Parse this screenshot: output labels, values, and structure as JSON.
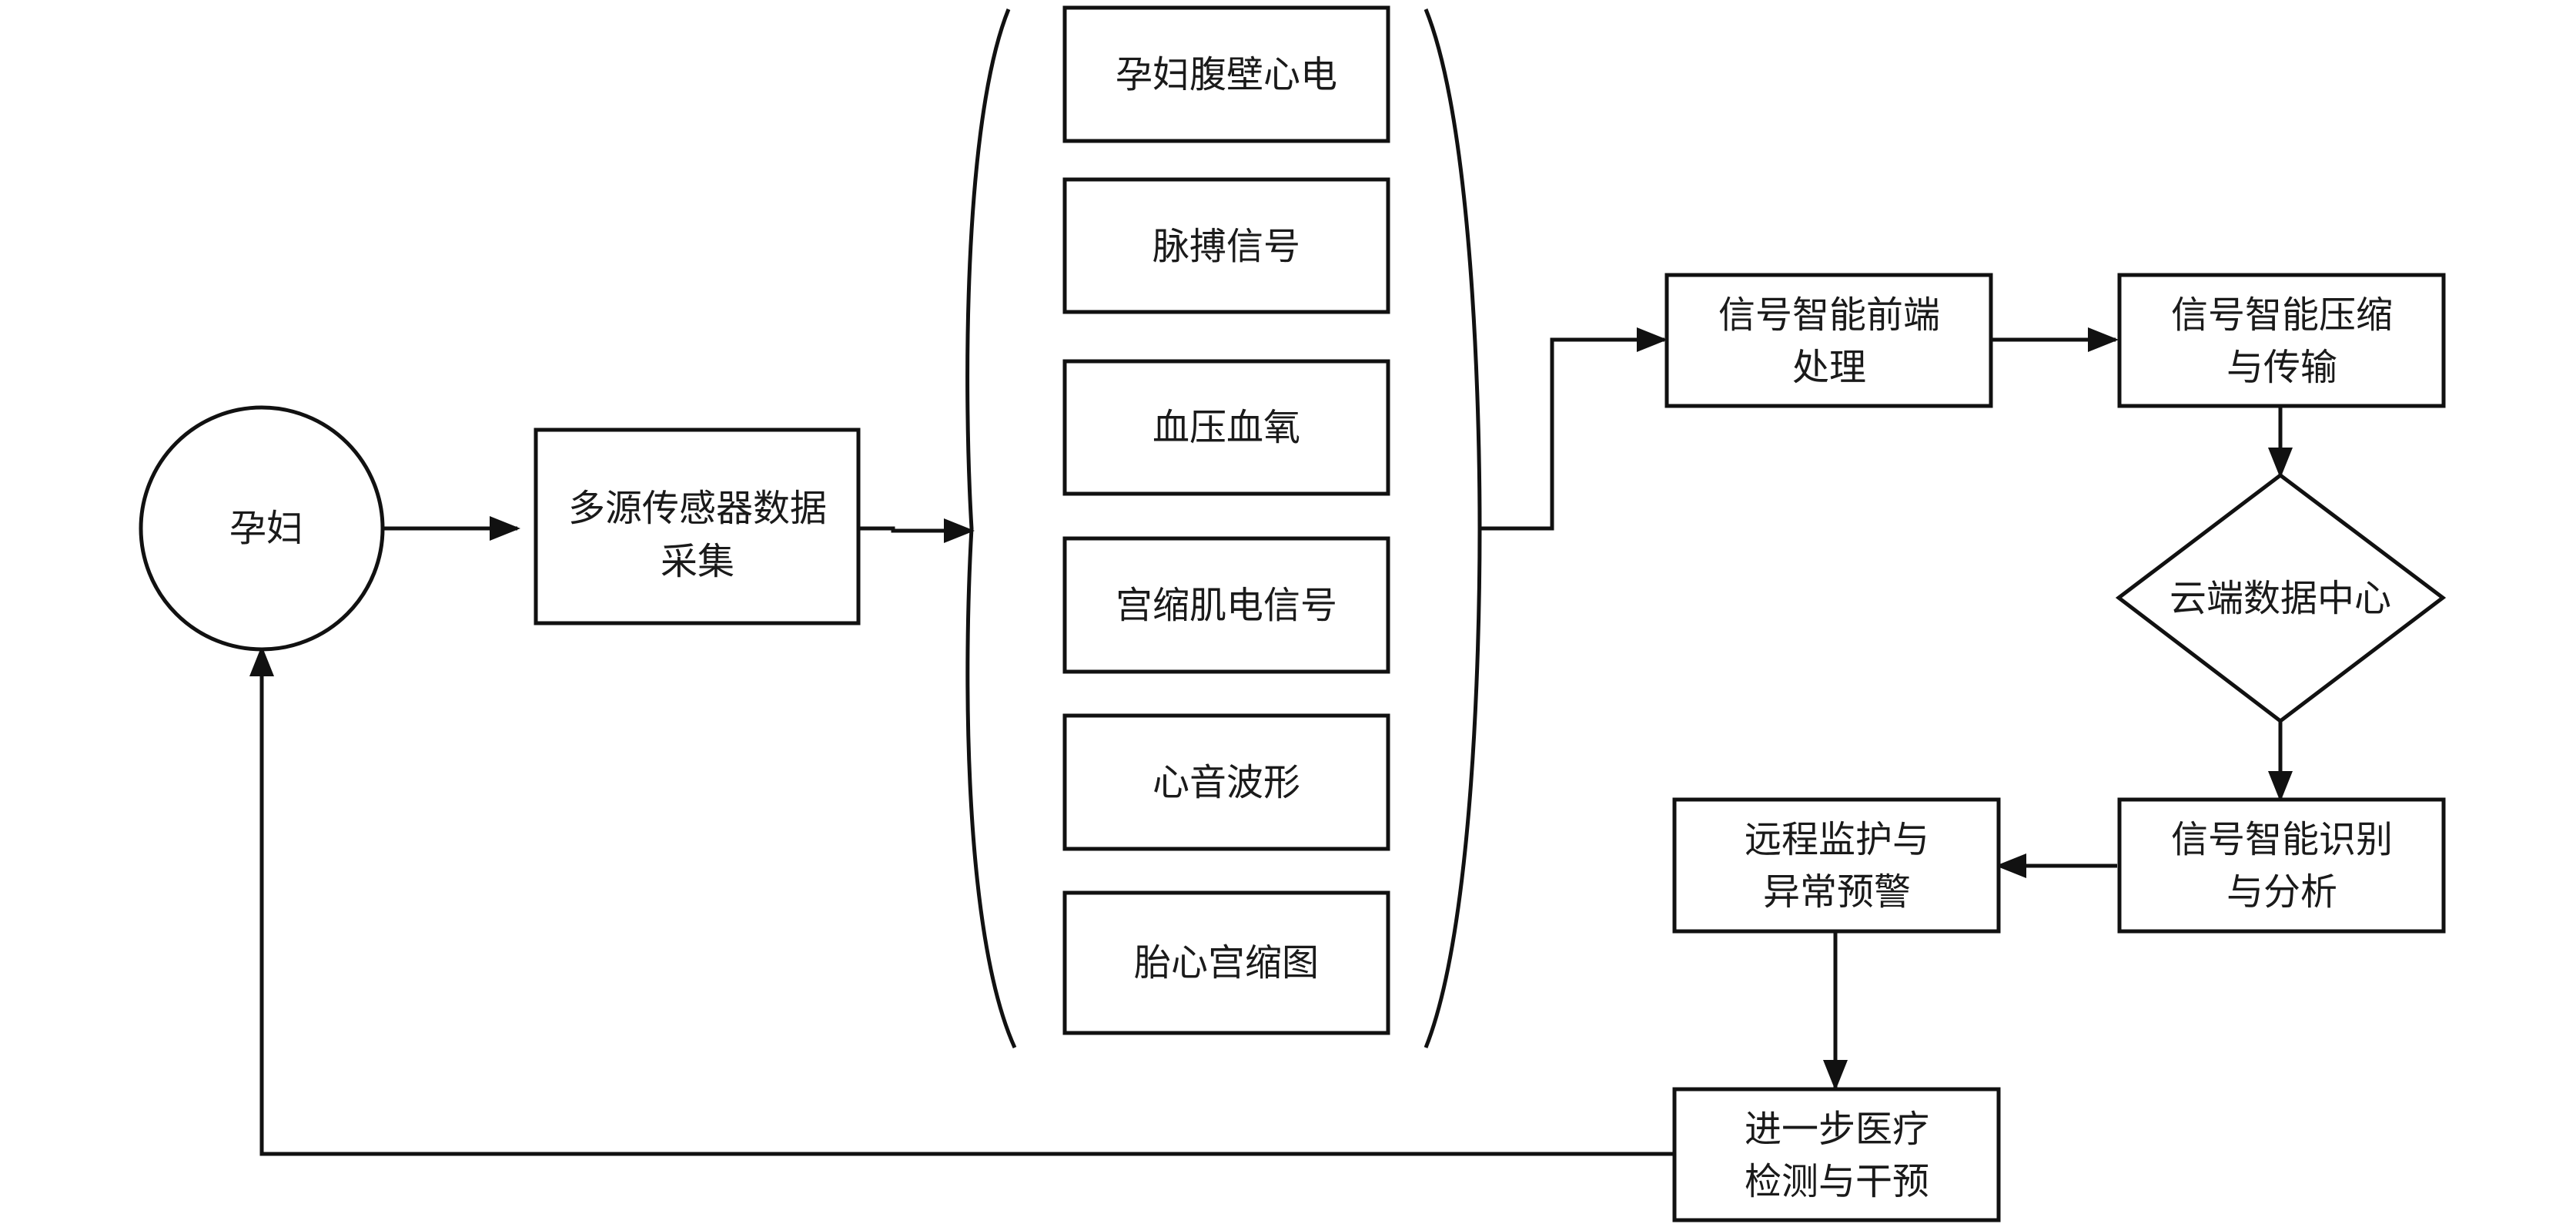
{
  "diagram": {
    "nodes": {
      "pregnant": "孕妇",
      "collect": [
        "多源传感器数据",
        "采集"
      ],
      "sig1": "孕妇腹壁心电",
      "sig2": "脉搏信号",
      "sig3": "血压血氧",
      "sig4": "宫缩肌电信号",
      "sig5": "心音波形",
      "sig6": "胎心宫缩图",
      "frontend": [
        "信号智能前端",
        "处理"
      ],
      "compress": [
        "信号智能压缩",
        "与传输"
      ],
      "cloud": "云端数据中心",
      "analysis": [
        "信号智能识别",
        "与分析"
      ],
      "monitor": [
        "远程监护与",
        "异常预警"
      ],
      "medical": [
        "进一步医疗",
        "检测与干预"
      ]
    }
  }
}
